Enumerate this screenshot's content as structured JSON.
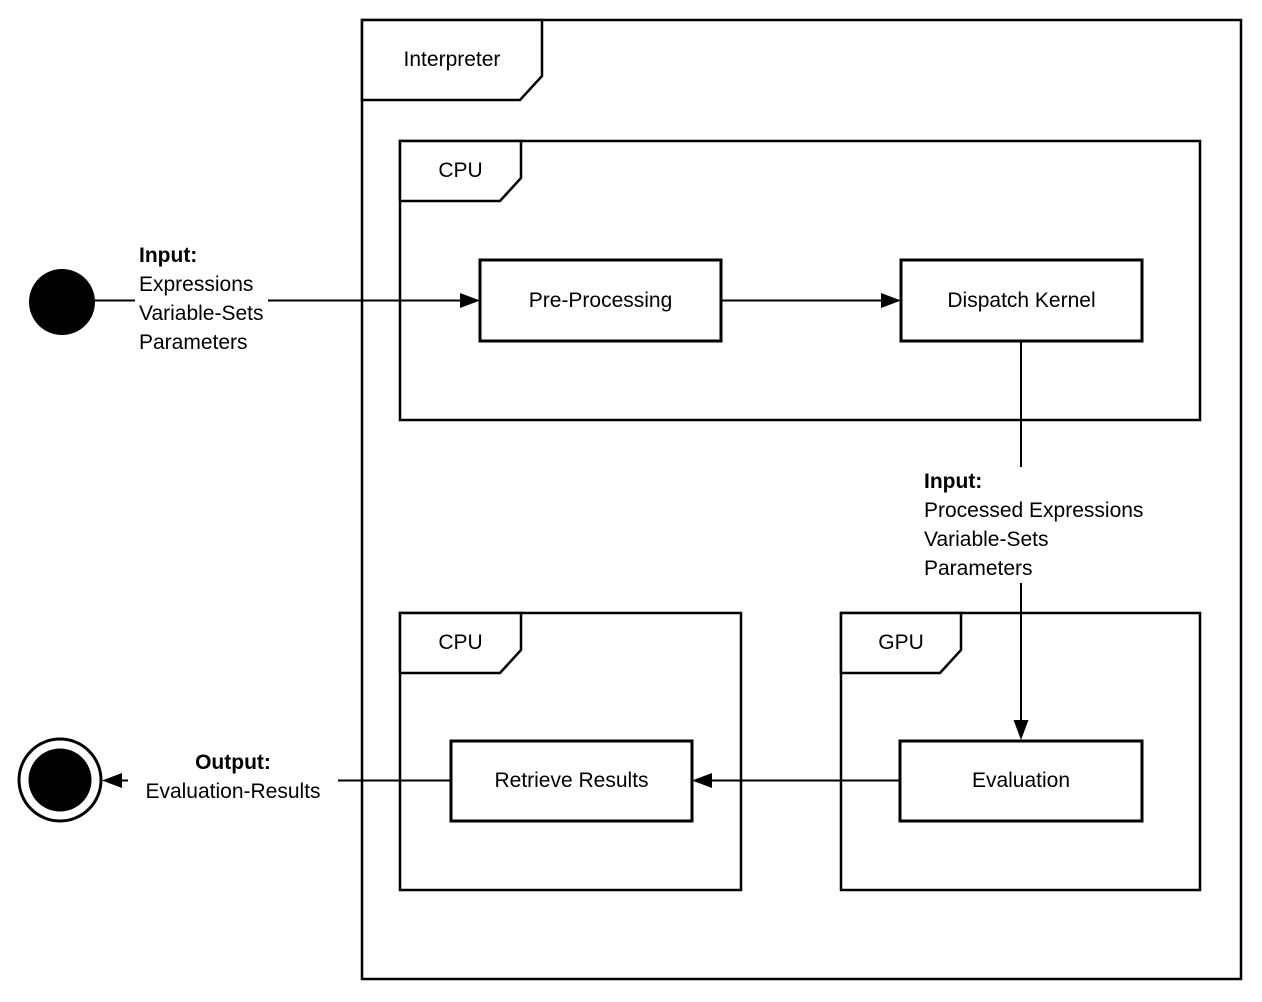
{
  "diagram": {
    "title": "Interpreter",
    "frames": {
      "interpreter": {
        "label": "Interpreter"
      },
      "cpu_top": {
        "label": "CPU"
      },
      "gpu": {
        "label": "GPU"
      },
      "cpu_bottom": {
        "label": "CPU"
      }
    },
    "nodes": {
      "start": {
        "type": "initial-node"
      },
      "pre_processing": {
        "label": "Pre-Processing"
      },
      "dispatch_kernel": {
        "label": "Dispatch Kernel"
      },
      "evaluation": {
        "label": "Evaluation"
      },
      "retrieve_results": {
        "label": "Retrieve Results"
      },
      "end": {
        "type": "final-node"
      }
    },
    "annotations": {
      "input_start": {
        "title": "Input:",
        "lines": [
          "Expressions",
          "Variable-Sets",
          "Parameters"
        ]
      },
      "input_gpu": {
        "title": "Input:",
        "lines": [
          "Processed Expressions",
          "Variable-Sets",
          "Parameters"
        ]
      },
      "output_end": {
        "title": "Output:",
        "lines": [
          "Evaluation-Results"
        ]
      }
    },
    "edges": [
      {
        "from": "start",
        "to": "pre_processing"
      },
      {
        "from": "pre_processing",
        "to": "dispatch_kernel"
      },
      {
        "from": "dispatch_kernel",
        "to": "evaluation"
      },
      {
        "from": "evaluation",
        "to": "retrieve_results"
      },
      {
        "from": "retrieve_results",
        "to": "end"
      }
    ],
    "colors": {
      "stroke": "#000000",
      "background": "#ffffff"
    }
  }
}
